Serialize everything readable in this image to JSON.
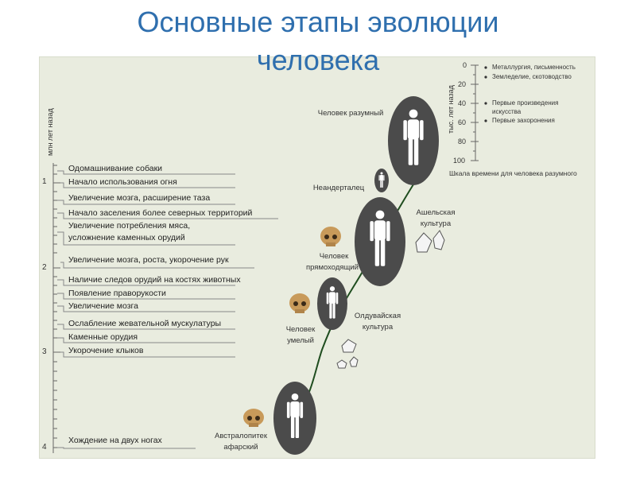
{
  "title": {
    "line1": "Основные этапы эволюции",
    "line2": "человека"
  },
  "left_axis": {
    "label": "млн лет назад",
    "ticks": [
      "1",
      "2",
      "3",
      "4"
    ]
  },
  "events": [
    "Одомашнивание собаки",
    "Начало использования огня",
    "Увеличение мозга, расширение таза",
    "Начало заселения более северных территорий",
    "Увеличение потребления мяса,",
    "усложнение каменных орудий",
    "Увеличение мозга, роста, укорочение рук",
    "Наличие следов орудий на костях животных",
    "Появление праворукости",
    "Увеличение мозга",
    "Ослабление жевательной мускулатуры",
    "Каменные орудия",
    "Укорочение клыков",
    "Хождение на двух ногах"
  ],
  "right_axis": {
    "label": "тыс. лет назад",
    "ticks": [
      "0",
      "20",
      "40",
      "60",
      "80",
      "100"
    ],
    "caption": "Шкала времени для человека разумного",
    "notes": [
      "Металлургия, письменность",
      "Земледелие, скотоводство",
      "Первые произведения",
      "искусства",
      "Первые захоронения"
    ]
  },
  "stages": {
    "sapiens": "Человек разумный",
    "neanderthal": "Неандерталец",
    "erectus_1": "Человек",
    "erectus_2": "прямоходящий",
    "habilis_1": "Человек",
    "habilis_2": "умелый",
    "australopith_1": "Австралопитек",
    "australopith_2": "афарский"
  },
  "cultures": {
    "acheulean_1": "Ашельская",
    "acheulean_2": "культура",
    "oldowan_1": "Олдувайская",
    "oldowan_2": "культура"
  },
  "colors": {
    "title": "#2f6fae",
    "panel": "#e9ecdf",
    "oval": "#4b4b4b",
    "figure": "#ffffff",
    "curve": "#1f4d1f",
    "skull": "#c89a5a"
  }
}
